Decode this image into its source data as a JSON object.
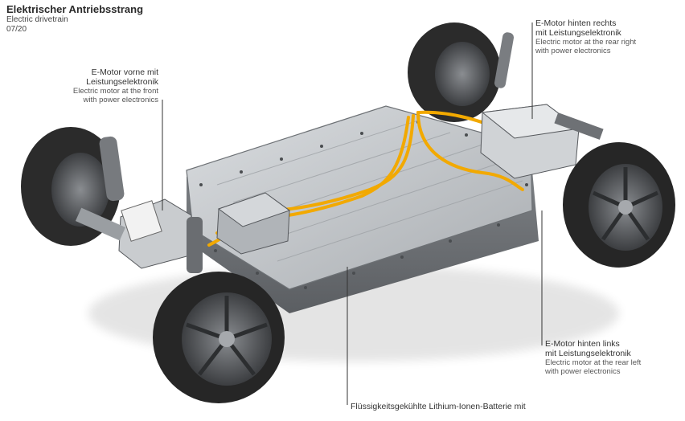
{
  "header": {
    "title": "Elektrischer Antriebsstrang",
    "subtitle": "Electric drivetrain",
    "date_code": "07/20"
  },
  "callouts": {
    "front_motor": {
      "de_line1": "E-Motor vorne mit",
      "de_line2": "Leistungselektronik",
      "en_line1": "Electric motor at the front",
      "en_line2": "with power electronics"
    },
    "rear_right_motor": {
      "de_line1": "E-Motor hinten rechts",
      "de_line2": "mit Leistungselektronik",
      "en_line1": "Electric motor at the rear right",
      "en_line2": "with power electronics"
    },
    "rear_left_motor": {
      "de_line1": "E-Motor hinten links",
      "de_line2": "mit Leistungselektronik",
      "en_line1": "Electric motor at the rear left",
      "en_line2": "with power electronics"
    },
    "battery": {
      "de_line1": "Flüssigkeitsgekühlte Lithium-Ionen-Batterie mit"
    }
  },
  "colors": {
    "battery_shell": "#b8bcc0",
    "battery_top": "#cfd3d6",
    "hv_cable": "#f2a900",
    "tire": "#2b2b2b",
    "rim": "#5a5d61",
    "leader_line": "#333333"
  }
}
